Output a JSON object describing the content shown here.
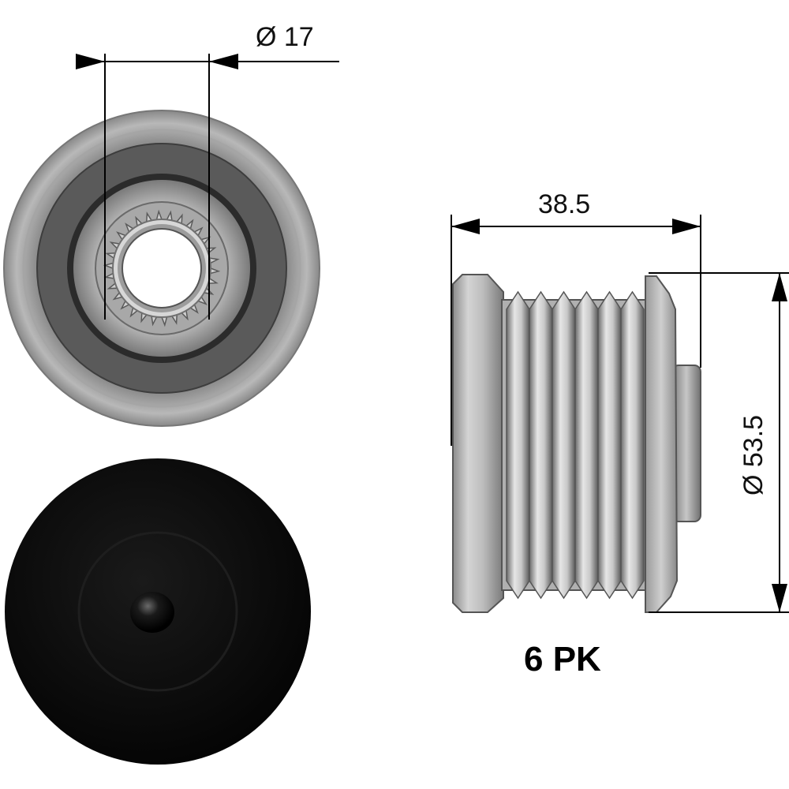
{
  "dimensions": {
    "bore_diameter": "Ø 17",
    "width": "38.5",
    "outer_diameter": "Ø 53.5"
  },
  "belt_profile": "6 PK",
  "colors": {
    "line": "#000000",
    "steel_light": "#d9d9d9",
    "steel_dark": "#5c5c5c",
    "cap": "#0c0c0c"
  }
}
